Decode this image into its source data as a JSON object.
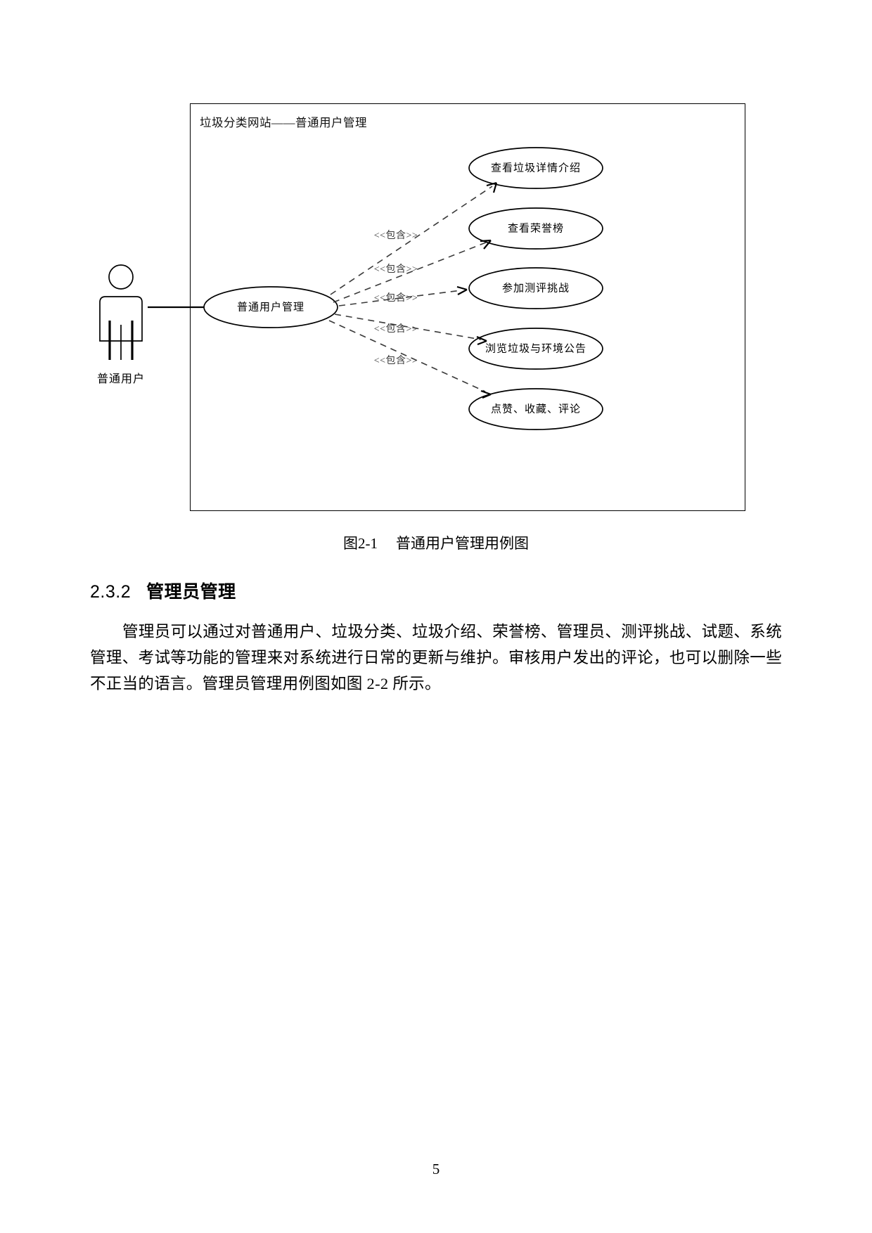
{
  "document": {
    "page_number": "5"
  },
  "figure": {
    "diagram_title": "垃圾分类网站——普通用户管理",
    "actor": {
      "label": "普通用户",
      "icon": "stick-figure-actor-icon"
    },
    "main_usecase": "普通用户管理",
    "usecases": [
      {
        "label": "查看垃圾详情介绍"
      },
      {
        "label": "查看荣誉榜"
      },
      {
        "label": "参加测评挑战"
      },
      {
        "label": "浏览垃圾与环境公告"
      },
      {
        "label": "点赞、收藏、评论"
      }
    ],
    "stereotypes": [
      {
        "label": "<<包含>>"
      },
      {
        "label": "<<包含>>"
      },
      {
        "label": "<<包含>>"
      },
      {
        "label": "<<包含>>"
      },
      {
        "label": "<<包含>>"
      }
    ],
    "caption_number": "图2-1",
    "caption_text": "普通用户管理用例图"
  },
  "section": {
    "number": "2.3.2",
    "title": "管理员管理",
    "paragraph": "管理员可以通过对普通用户、垃圾分类、垃圾介绍、荣誉榜、管理员、测评挑战、试题、系统管理、考试等功能的管理来对系统进行日常的更新与维护。审核用户发出的评论，也可以删除一些不正当的语言。管理员管理用例图如图 2-2 所示。"
  },
  "colors": {
    "ink": "#000000",
    "dash": "#3a3a3a",
    "background": "#ffffff"
  }
}
